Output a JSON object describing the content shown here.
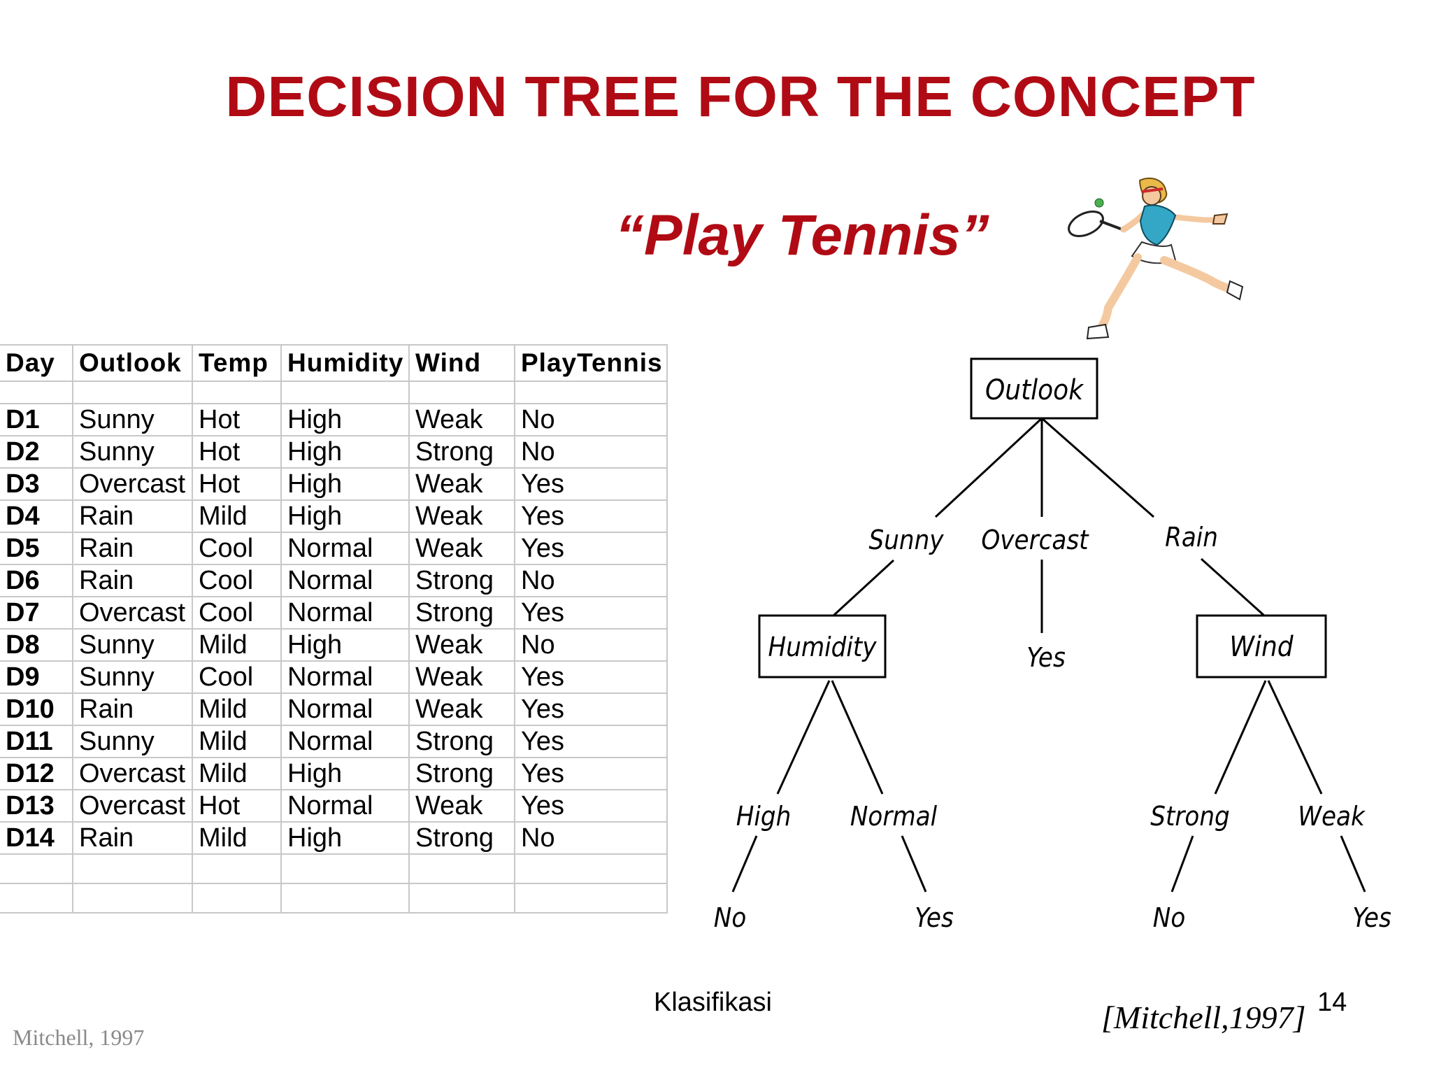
{
  "slide": {
    "title": "DECISION TREE FOR THE CONCEPT",
    "subtitle": "“Play Tennis”",
    "footer": "Klasifikasi",
    "page_number": "14",
    "citation": "[Mitchell,1997]",
    "watermark": "Mitchell, 1997"
  },
  "table": {
    "headers": [
      "Day",
      "Outlook",
      "Temp",
      "Humidity",
      "Wind",
      "PlayTennis"
    ],
    "rows": [
      [
        "D1",
        "Sunny",
        "Hot",
        "High",
        "Weak",
        "No"
      ],
      [
        "D2",
        "Sunny",
        "Hot",
        "High",
        "Strong",
        "No"
      ],
      [
        "D3",
        "Overcast",
        "Hot",
        "High",
        "Weak",
        "Yes"
      ],
      [
        "D4",
        "Rain",
        "Mild",
        "High",
        "Weak",
        "Yes"
      ],
      [
        "D5",
        "Rain",
        "Cool",
        "Normal",
        "Weak",
        "Yes"
      ],
      [
        "D6",
        "Rain",
        "Cool",
        "Normal",
        "Strong",
        "No"
      ],
      [
        "D7",
        "Overcast",
        "Cool",
        "Normal",
        "Strong",
        "Yes"
      ],
      [
        "D8",
        "Sunny",
        "Mild",
        "High",
        "Weak",
        "No"
      ],
      [
        "D9",
        "Sunny",
        "Cool",
        "Normal",
        "Weak",
        "Yes"
      ],
      [
        "D10",
        "Rain",
        "Mild",
        "Normal",
        "Weak",
        "Yes"
      ],
      [
        "D11",
        "Sunny",
        "Mild",
        "Normal",
        "Strong",
        "Yes"
      ],
      [
        "D12",
        "Overcast",
        "Mild",
        "High",
        "Strong",
        "Yes"
      ],
      [
        "D13",
        "Overcast",
        "Hot",
        "Normal",
        "Weak",
        "Yes"
      ],
      [
        "D14",
        "Rain",
        "Mild",
        "High",
        "Strong",
        "No"
      ]
    ]
  },
  "tree": {
    "root": "Outlook",
    "branch_sunny": "Sunny",
    "branch_overcast": "Overcast",
    "branch_rain": "Rain",
    "humidity_node": "Humidity",
    "overcast_leaf": "Yes",
    "wind_node": "Wind",
    "branch_high": "High",
    "branch_normal": "Normal",
    "branch_strong": "Strong",
    "branch_weak": "Weak",
    "leaf_high": "No",
    "leaf_normal": "Yes",
    "leaf_strong": "No",
    "leaf_weak": "Yes"
  },
  "colors": {
    "title": "#b00b14",
    "grid": "#c8c8c8"
  },
  "icons": {
    "illustration": "tennis-player-icon"
  }
}
